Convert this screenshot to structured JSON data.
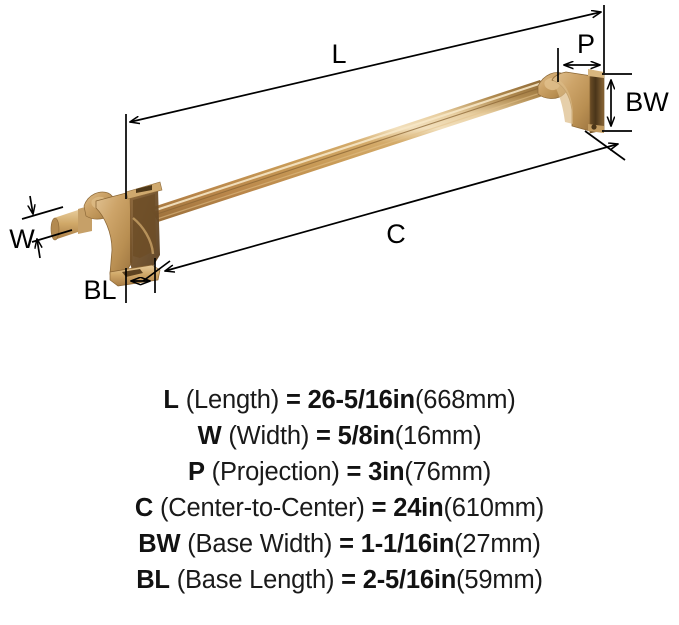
{
  "product": {
    "type": "towel-bar",
    "finish_color": "#c49a5e"
  },
  "drawing": {
    "labels": {
      "length": "L",
      "width": "W",
      "projection": "P",
      "center_to_center": "C",
      "base_width": "BW",
      "base_length": "BL"
    }
  },
  "specs": [
    {
      "code": "L",
      "name": "(Length)",
      "eq": "=",
      "value": "26-5/16in",
      "metric": "(668mm)"
    },
    {
      "code": "W",
      "name": "(Width)",
      "eq": "=",
      "value": "5/8in",
      "metric": "(16mm)"
    },
    {
      "code": "P",
      "name": "(Projection)",
      "eq": "=",
      "value": "3in",
      "metric": "(76mm)"
    },
    {
      "code": "C",
      "name": "(Center-to-Center)",
      "eq": "=",
      "value": "24in",
      "metric": "(610mm)"
    },
    {
      "code": "BW",
      "name": "(Base Width)",
      "eq": "=",
      "value": "1-1/16in",
      "metric": "(27mm)"
    },
    {
      "code": "BL",
      "name": "(Base Length)",
      "eq": "=",
      "value": "2-5/16in",
      "metric": "(59mm)"
    }
  ]
}
